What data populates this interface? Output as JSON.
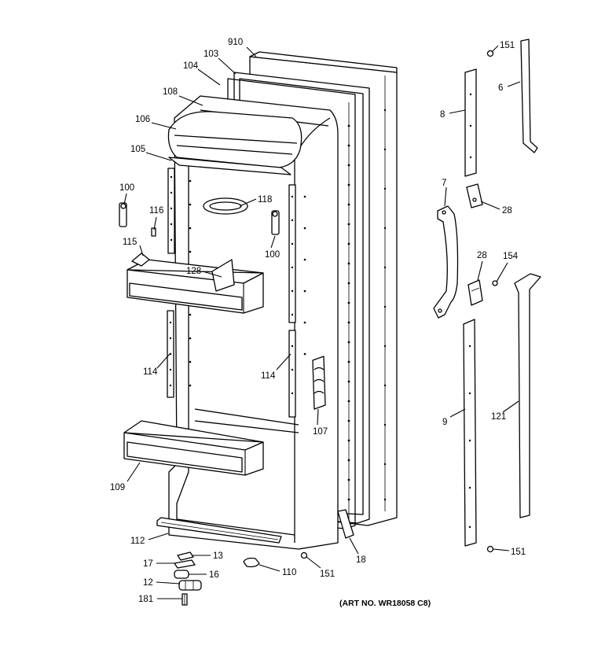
{
  "labels": {
    "p910": "910",
    "p103": "103",
    "p104": "104",
    "p108": "108",
    "p106": "106",
    "p105": "105",
    "p100a": "100",
    "p116": "116",
    "p118": "118",
    "p100b": "100",
    "p115": "115",
    "p128a": "128",
    "p114a": "114",
    "p114b": "114",
    "p107": "107",
    "p109": "109",
    "p112": "112",
    "p13": "13",
    "p17": "17",
    "p16": "16",
    "p12": "12",
    "p181": "181",
    "p110": "110",
    "p151a": "151",
    "p18": "18",
    "p151b": "151",
    "p6": "6",
    "p8": "8",
    "p7": "7",
    "p28a": "28",
    "p28b": "28",
    "p154": "154",
    "p9": "9",
    "p121": "121",
    "p151c": "151"
  },
  "art_number": "(ART NO. WR18058 C8)"
}
